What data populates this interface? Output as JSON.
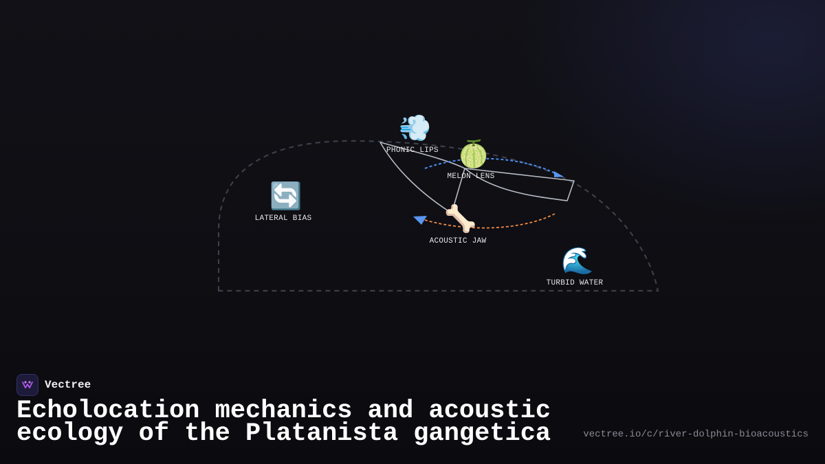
{
  "diagram": {
    "nodes": [
      {
        "id": "phonic-lips",
        "label": "PHONIC LIPS",
        "icon": "wind-blowing-icon",
        "glyph": "💨"
      },
      {
        "id": "melon-lens",
        "label": "MELON LENS",
        "icon": "melon-icon",
        "glyph": "🍈"
      },
      {
        "id": "lateral-bias",
        "label": "LATERAL BIAS",
        "icon": "arrows-cycle-icon",
        "glyph": "🔄"
      },
      {
        "id": "acoustic-jaw",
        "label": "ACOUSTIC JAW",
        "icon": "bone-icon",
        "glyph": "🦴"
      },
      {
        "id": "turbid-water",
        "label": "TURBID WATER",
        "icon": "water-wave-icon",
        "glyph": "🌊"
      }
    ],
    "colors": {
      "outline": "#3c3f4a",
      "body": "#b8bcc6",
      "outgoing_click": "#4a8cf0",
      "returning_echo": "#f08a40",
      "arrowhead": "#5a96f0"
    }
  },
  "brand": {
    "name": "Vectree",
    "logo_icon": "vectree-logo-icon"
  },
  "title": "Echolocation mechanics and acoustic\necology of the Platanista gangetica",
  "url": "vectree.io/c/river-dolphin-bioacoustics"
}
